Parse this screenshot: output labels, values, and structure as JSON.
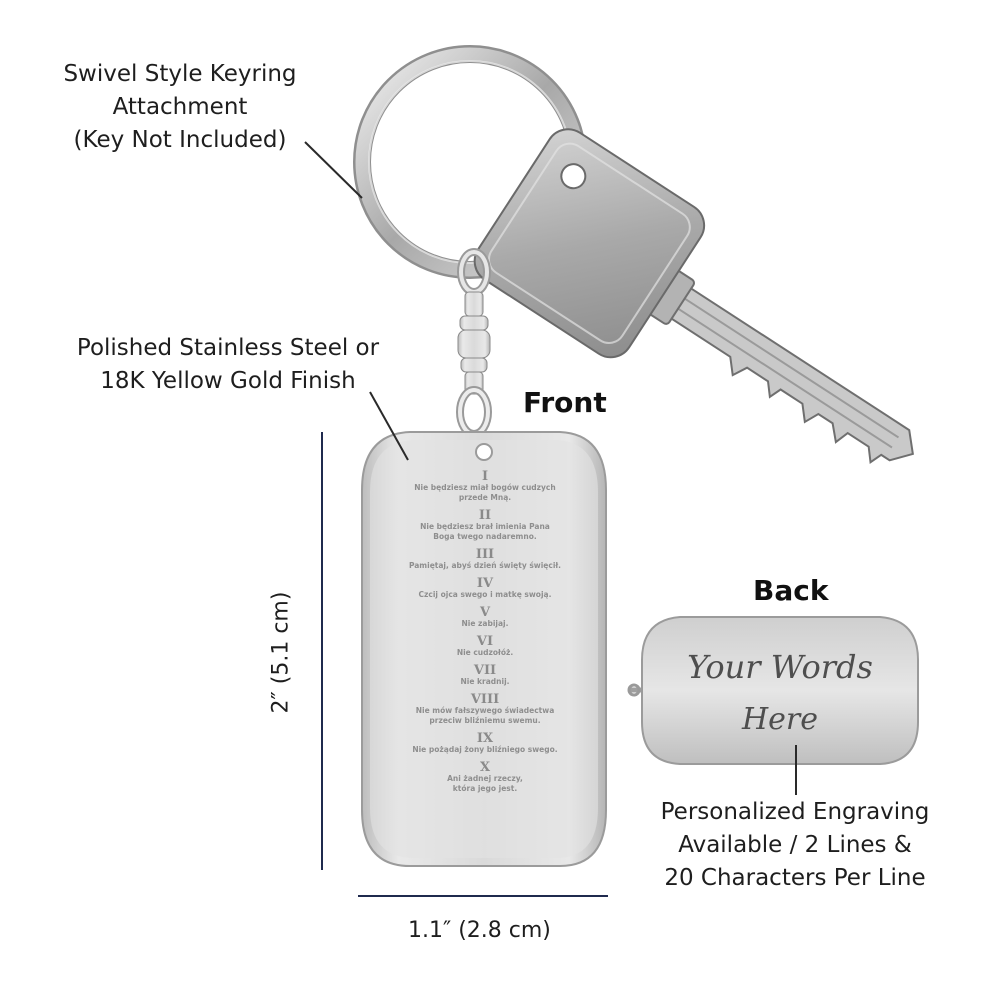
{
  "callouts": {
    "keyring": [
      "Swivel Style Keyring",
      "Attachment",
      "(Key Not Included)"
    ],
    "finish": [
      "Polished Stainless Steel or",
      "18K Yellow Gold Finish"
    ],
    "engraving": [
      "Personalized Engraving",
      "Available / 2 Lines &",
      "20 Characters Per Line"
    ]
  },
  "labels": {
    "front": "Front",
    "back": "Back"
  },
  "dimensions": {
    "height": "2″ (5.1 cm)",
    "width": "1.1″ (2.8 cm)"
  },
  "front_engraving": [
    {
      "numeral": "I",
      "lines": [
        "Nie będziesz miał bogów cudzych",
        "przede Mną."
      ]
    },
    {
      "numeral": "II",
      "lines": [
        "Nie będziesz brał imienia Pana",
        "Boga twego nadaremno."
      ]
    },
    {
      "numeral": "III",
      "lines": [
        "Pamiętaj, abyś dzień święty święcił."
      ]
    },
    {
      "numeral": "IV",
      "lines": [
        "Czcij ojca swego i matkę swoją."
      ]
    },
    {
      "numeral": "V",
      "lines": [
        "Nie zabijaj."
      ]
    },
    {
      "numeral": "VI",
      "lines": [
        "Nie cudzołóż."
      ]
    },
    {
      "numeral": "VII",
      "lines": [
        "Nie kradnij."
      ]
    },
    {
      "numeral": "VIII",
      "lines": [
        "Nie mów fałszywego świadectwa",
        "przeciw bliźniemu swemu."
      ]
    },
    {
      "numeral": "IX",
      "lines": [
        "Nie pożądaj żony bliźniego swego."
      ]
    },
    {
      "numeral": "X",
      "lines": [
        "Ani żadnej rzeczy,",
        "która jego jest."
      ]
    }
  ],
  "back_engraving": {
    "line1": "Your Words",
    "line2": "Here"
  },
  "colors": {
    "dimension_line": "#1f2a4e",
    "steel": "#d9d9d9",
    "leader": "#2a2a2a"
  }
}
